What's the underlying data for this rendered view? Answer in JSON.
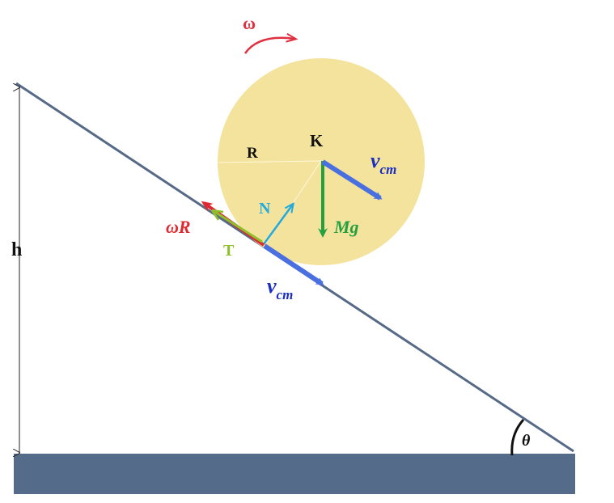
{
  "labels": {
    "omega": "ω",
    "height": "h",
    "radius": "R",
    "center": "K",
    "normal": "N",
    "tension": "T",
    "weight": "Mg",
    "angular_velocity": "ωR",
    "velocity_main": "v",
    "velocity_sub": "cm",
    "angle": "θ"
  },
  "colors": {
    "incline": "#566a87",
    "ground": "#546b89",
    "disk": "#f4e39c",
    "omega": "#e03040",
    "velocity": "#4a6fe0",
    "velocity_text": "#1a2fc0",
    "normal": "#22aadd",
    "tension": "#8fbf2a",
    "weight": "#25a040",
    "angular": "#e02830",
    "label_dark": "#111111"
  }
}
